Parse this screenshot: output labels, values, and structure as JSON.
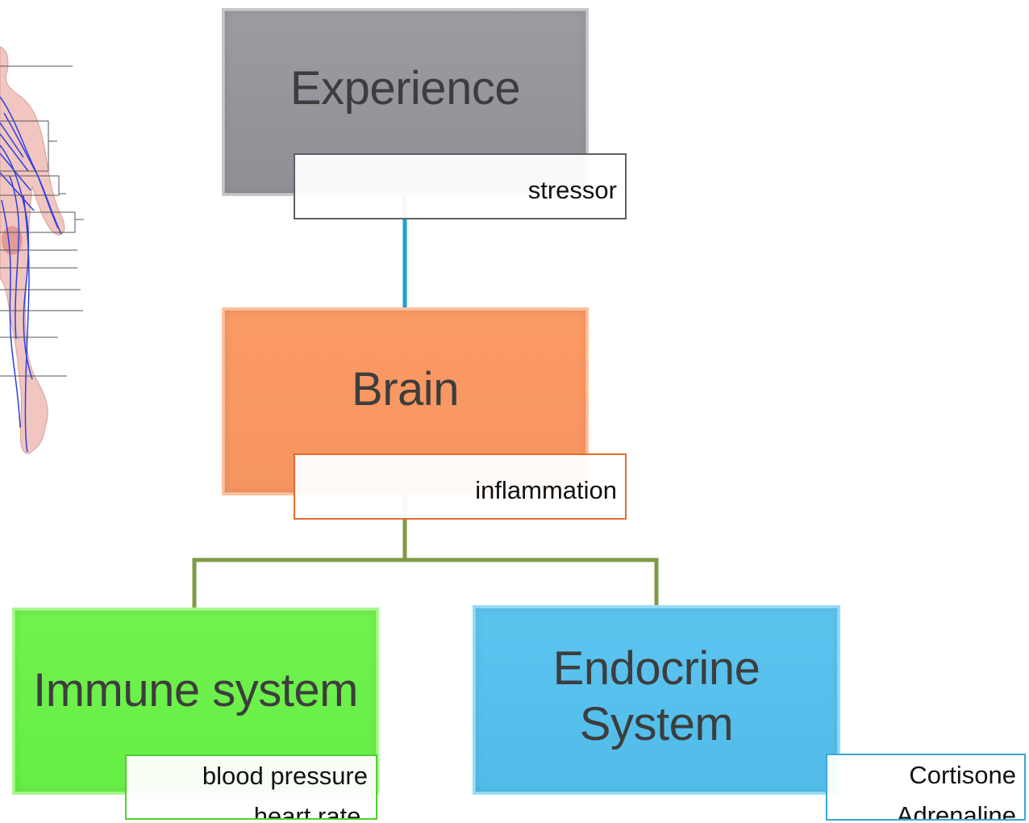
{
  "diagram": {
    "nodes": {
      "experience": {
        "title": "Experience",
        "note": "stressor",
        "color": "#8f9095"
      },
      "brain": {
        "title": "Brain",
        "note": "inflammation",
        "color": "#f69560"
      },
      "immune": {
        "title": "Immune system",
        "note": "blood pressure\nheart rate,",
        "color": "#66ee47"
      },
      "endocrine": {
        "title": "Endocrine\nSystem",
        "note": "Cortisone\nAdrenaline",
        "color": "#51bce9"
      }
    },
    "edges": [
      {
        "from": "experience",
        "to": "brain",
        "color": "#1f9fd0"
      },
      {
        "from": "brain",
        "to": "immune",
        "color": "#7f9a44"
      },
      {
        "from": "brain",
        "to": "endocrine",
        "color": "#7f9a44"
      }
    ]
  }
}
